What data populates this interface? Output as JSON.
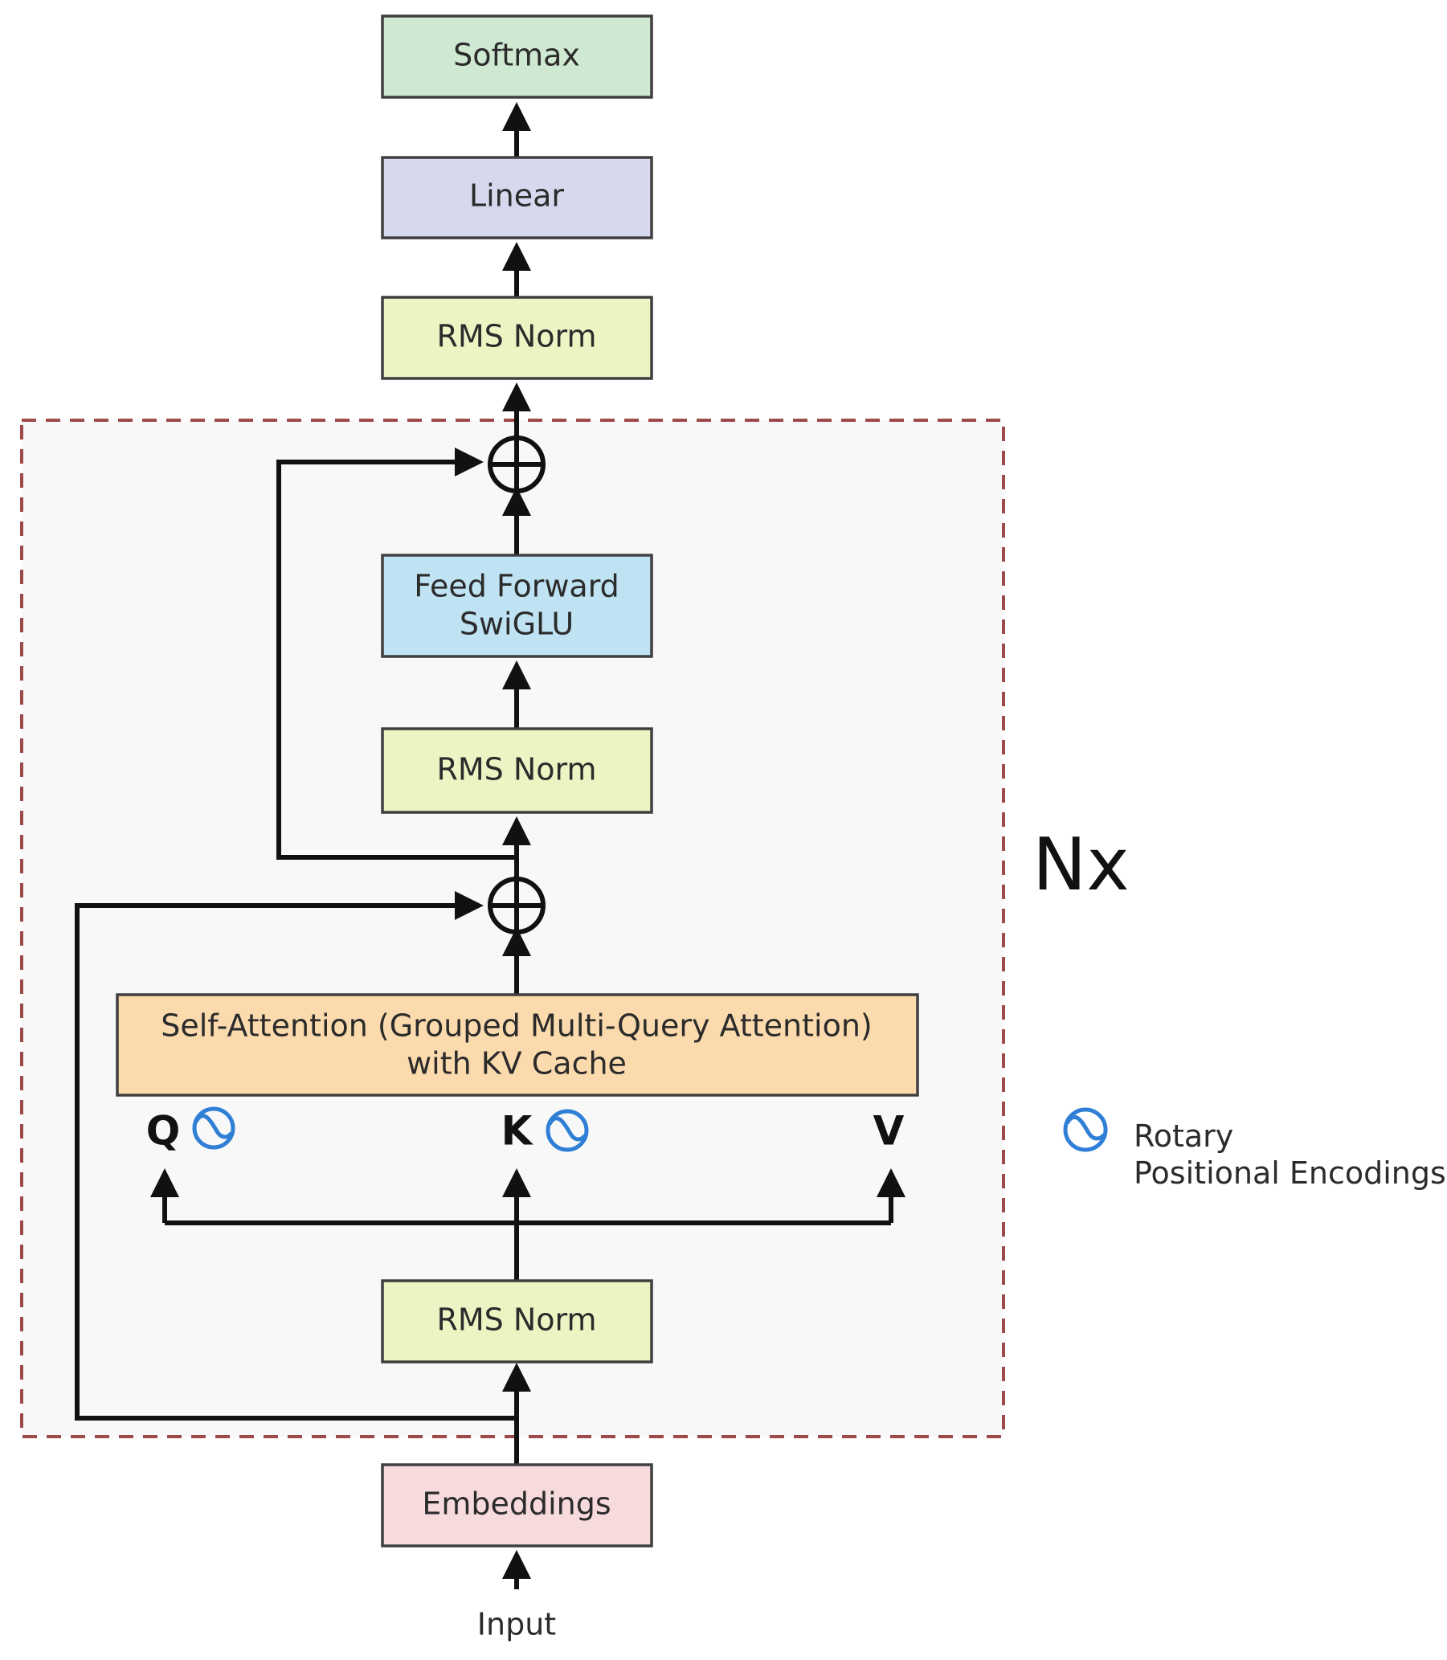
{
  "blocks": {
    "softmax": {
      "label": "Softmax",
      "color": "#cfe8d2"
    },
    "linear": {
      "label": "Linear",
      "color": "#d6d9ee"
    },
    "rms_norm_final": {
      "label": "RMS Norm",
      "color": "#eef3c4"
    },
    "feed_forward": {
      "line1": "Feed Forward",
      "line2": "SwiGLU",
      "color": "#bfe3f3"
    },
    "rms_norm_ffn": {
      "label": "RMS Norm",
      "color": "#eef3c4"
    },
    "self_attention": {
      "line1": "Self-Attention (Grouped Multi-Query Attention)",
      "line2": "with KV Cache",
      "color": "#fbdbad"
    },
    "rms_norm_attn": {
      "label": "RMS Norm",
      "color": "#eef3c4"
    },
    "embeddings": {
      "label": "Embeddings",
      "color": "#f7dbdc"
    }
  },
  "qkv": {
    "q": "Q",
    "k": "K",
    "v": "V"
  },
  "repeat_label": "Nx",
  "input_label": "Input",
  "legend": {
    "icon": "rotary-encoding-icon",
    "line1": "Rotary",
    "line2": "Positional Encodings",
    "color": "#2f7fd6"
  },
  "colors": {
    "repeat_border": "#9e4a4a",
    "repeat_fill": "#f8f8f8",
    "wire": "#111111"
  }
}
